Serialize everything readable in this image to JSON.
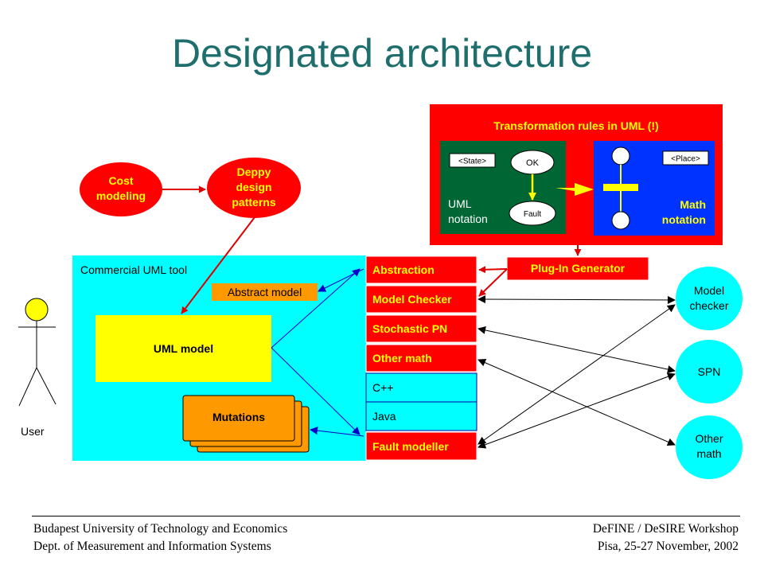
{
  "title": "Designated architecture",
  "nodes": {
    "cost": [
      "Cost",
      "modeling"
    ],
    "deppy": [
      "Deppy",
      "design",
      "patterns"
    ],
    "tool": "Commercial UML tool",
    "abstract_model": "Abstract model",
    "uml_model": "UML model",
    "mutations": "Mutations",
    "user": "User",
    "modules": [
      "Abstraction",
      "Model Checker",
      "Stochastic PN",
      "Other math",
      "C++",
      "Java",
      "Fault modeller"
    ],
    "plugin": "Plug-In Generator",
    "transformation": {
      "title": "Transformation rules in UML (!)",
      "state_tag": "<State>",
      "ok": "OK",
      "fault": "Fault",
      "uml_label": [
        "UML",
        "notation"
      ],
      "place_tag": "<Place>",
      "math_label": [
        "Math",
        "notation"
      ]
    },
    "model_checker": [
      "Model",
      "checker"
    ],
    "spn": "SPN",
    "other_math": [
      "Other",
      "math"
    ]
  },
  "footer": {
    "left": [
      "Budapest University of Technology and Economics",
      "Dept. of Measurement and Information Systems"
    ],
    "right": [
      "DeFINE / DeSIRE Workshop",
      "Pisa, 25-27 November,  2002"
    ]
  },
  "colors": {
    "title": "#1f6e6e",
    "red": "#ff0000",
    "cyan": "#00ffff",
    "yellow": "#ffff00",
    "orange": "#ff9900",
    "green": "#006633",
    "blue": "#0033ff",
    "arrow_red": "#dd0000",
    "arrow_blue": "#0000cc"
  }
}
